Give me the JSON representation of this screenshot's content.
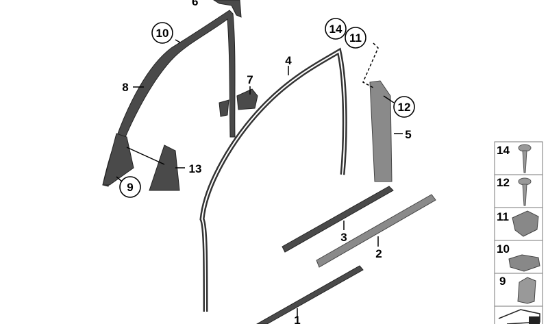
{
  "callouts": {
    "c6": "6",
    "c10": "10",
    "c8": "8",
    "c7": "7",
    "c4": "4",
    "c14": "14",
    "c11": "11",
    "c12": "12",
    "c5": "5",
    "c13": "13",
    "c9": "9",
    "c3": "3",
    "c2": "2",
    "c1": "1"
  },
  "legend": [
    {
      "label": "14",
      "icon": "screw-icon"
    },
    {
      "label": "12",
      "icon": "screw-icon"
    },
    {
      "label": "11",
      "icon": "expanding-nut-icon"
    },
    {
      "label": "10",
      "icon": "clip-icon"
    },
    {
      "label": "9",
      "icon": "spring-clip-icon"
    },
    {
      "label": "",
      "icon": "arrow-symbol-icon"
    }
  ]
}
